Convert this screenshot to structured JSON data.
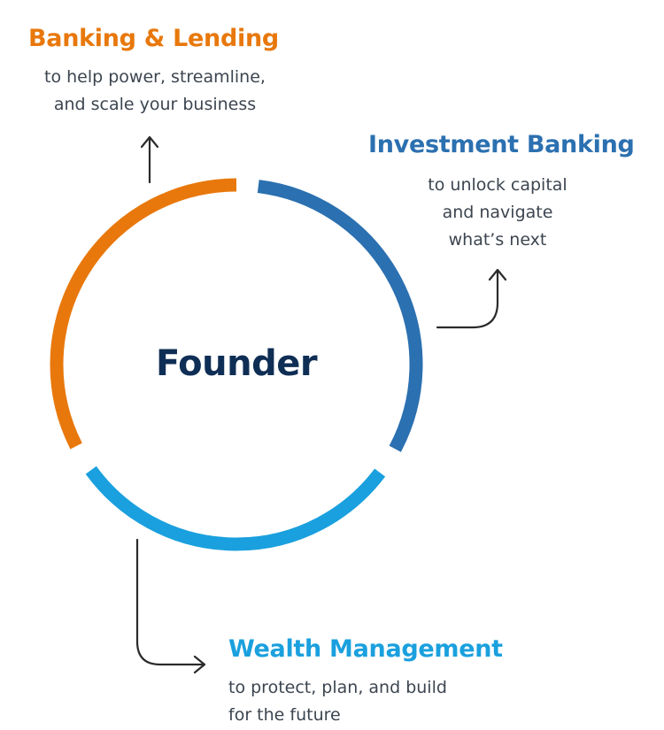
{
  "center": {
    "label": "Founder"
  },
  "segments": [
    {
      "id": "banking-lending",
      "title": "Banking & Lending",
      "description_lines": [
        "to help power, streamline,",
        "and scale your business"
      ],
      "color": "#e8780c"
    },
    {
      "id": "investment-banking",
      "title": "Investment Banking",
      "description_lines": [
        "to unlock capital",
        "and navigate",
        "what’s next"
      ],
      "color": "#2b70b0"
    },
    {
      "id": "wealth-management",
      "title": "Wealth Management",
      "description_lines": [
        "to protect, plan, and build",
        "for the future"
      ],
      "color": "#1aa0de"
    }
  ],
  "colors": {
    "center_text": "#0f2e55",
    "description_text": "#3c4550",
    "arrow": "#2b2b2b"
  }
}
